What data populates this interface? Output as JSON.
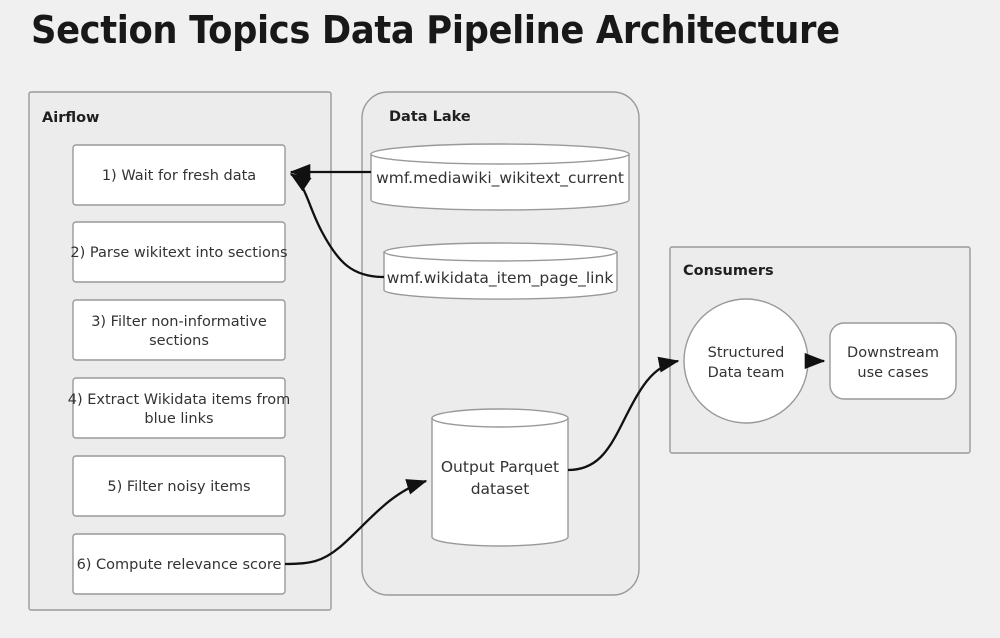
{
  "title": "Section Topics Data Pipeline Architecture",
  "colors": {
    "background": "#f0f0f0",
    "cluster_fill": "#ececec",
    "node_fill": "#ffffff",
    "border": "#999999",
    "edge": "#111111",
    "text": "#333333",
    "title_text": "#181818"
  },
  "clusters": [
    {
      "id": "airflow",
      "label": "Airflow"
    },
    {
      "id": "datalake",
      "label": "Data Lake"
    },
    {
      "id": "consumers",
      "label": "Consumers"
    }
  ],
  "airflow": {
    "label": "Airflow",
    "steps": [
      {
        "id": "step1",
        "lines": [
          "1) Wait for fresh data"
        ]
      },
      {
        "id": "step2",
        "lines": [
          "2) Parse wikitext into sections"
        ]
      },
      {
        "id": "step3",
        "lines": [
          "3) Filter non-informative",
          "sections"
        ]
      },
      {
        "id": "step4",
        "lines": [
          "4) Extract Wikidata items from",
          "blue links"
        ]
      },
      {
        "id": "step5",
        "lines": [
          "5) Filter noisy items"
        ]
      },
      {
        "id": "step6",
        "lines": [
          "6) Compute relevance score"
        ]
      }
    ]
  },
  "datalake": {
    "label": "Data Lake",
    "datasets": [
      {
        "id": "wikitext",
        "lines": [
          "wmf.mediawiki_wikitext_current"
        ]
      },
      {
        "id": "itempagelink",
        "lines": [
          "wmf.wikidata_item_page_link"
        ]
      },
      {
        "id": "parquet",
        "lines": [
          "Output Parquet",
          "dataset"
        ]
      }
    ]
  },
  "consumers": {
    "label": "Consumers",
    "nodes": [
      {
        "id": "sdteam",
        "shape": "circle",
        "lines": [
          "Structured",
          "Data team"
        ]
      },
      {
        "id": "downstream",
        "shape": "rounded-rect",
        "lines": [
          "Downstream",
          "use cases"
        ]
      }
    ]
  },
  "edges": [
    {
      "id": "edge-wikitext-to-step1",
      "from": "wikitext",
      "to": "step1",
      "arrow": true
    },
    {
      "id": "edge-itempagelink-to-step1",
      "from": "itempagelink",
      "to": "step1",
      "arrow": true
    },
    {
      "id": "edge-step6-to-parquet",
      "from": "step6",
      "to": "parquet",
      "arrow": true
    },
    {
      "id": "edge-parquet-to-sdteam",
      "from": "parquet",
      "to": "sdteam",
      "arrow": true
    },
    {
      "id": "edge-sdteam-to-downstream",
      "from": "sdteam",
      "to": "downstream",
      "arrow": true
    }
  ]
}
